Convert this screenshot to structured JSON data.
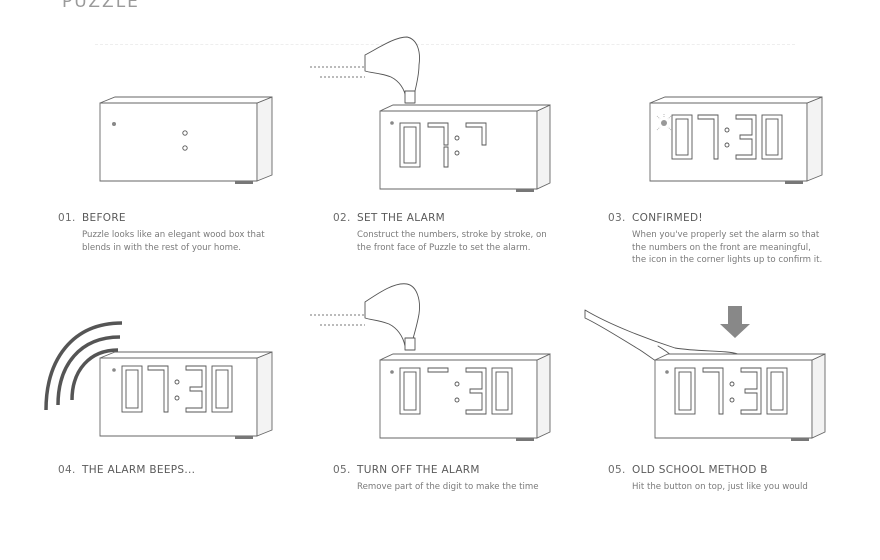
{
  "header": {
    "title": "PUZZLE"
  },
  "steps": [
    {
      "number": "01.",
      "title": "BEFORE",
      "desc": "Puzzle looks like an elegant wood box that blends in with the rest of your home."
    },
    {
      "number": "02.",
      "title": "SET THE ALARM",
      "desc": "Construct the numbers, stroke by stroke, on the front face of Puzzle to set the alarm."
    },
    {
      "number": "03.",
      "title": "CONFIRMED!",
      "desc": "When you've properly set the alarm so that the numbers on the front are meaningful, the icon in the corner lights up to confirm it."
    },
    {
      "number": "04.",
      "title": "THE ALARM BEEPS...",
      "desc": ""
    },
    {
      "number": "05.",
      "title": "TURN OFF THE ALARM",
      "desc": "Remove part of the digit to make the time"
    },
    {
      "number": "05.",
      "title": "OLD SCHOOL METHOD B",
      "desc": "Hit the button on top, just like you would"
    }
  ],
  "clocks": {
    "before": "",
    "set_alarm": "07:7",
    "confirmed": "07:30",
    "beeps": "07:30",
    "turn_off": "0-:30",
    "old_school": "07:30"
  },
  "icons": [
    "light-indicator-icon",
    "sound-waves-icon",
    "hand-icon",
    "down-arrow-icon"
  ]
}
